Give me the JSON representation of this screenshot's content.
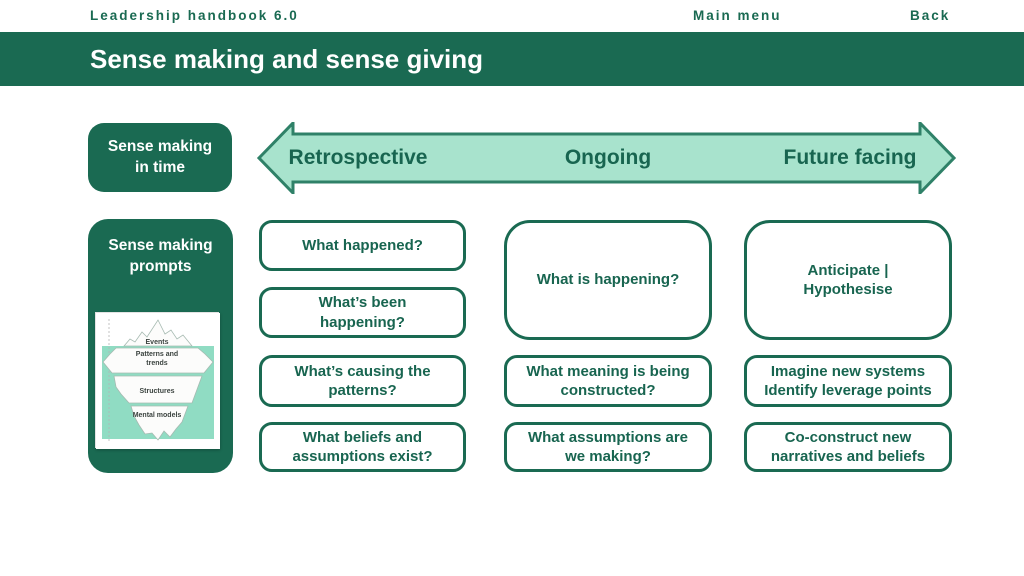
{
  "colors": {
    "dark_green": "#1A6A52",
    "text_green": "#186550",
    "arrow_fill_mint": "#A8E3CD",
    "arrow_border": "#2F8168",
    "iceberg_water": "#90DCC3"
  },
  "topbar": {
    "title": "Leadership handbook 6.0",
    "main_menu": "Main menu",
    "back": "Back"
  },
  "header": {
    "title": "Sense making and sense giving"
  },
  "sidebar": {
    "time_label": "Sense making\nin time",
    "prompts_label": "Sense making\nprompts",
    "iceberg": {
      "labels": [
        "Events",
        "Patterns and\ntrends",
        "Structures",
        "Mental models"
      ]
    }
  },
  "timeline": {
    "labels": [
      "Retrospective",
      "Ongoing",
      "Future facing"
    ]
  },
  "prompts": {
    "retrospective": [
      "What happened?",
      "What’s been\nhappening?",
      "What’s causing the\npatterns?",
      "What beliefs and\nassumptions exist?"
    ],
    "ongoing": [
      "What is happening?",
      "What meaning is being\nconstructed?",
      "What assumptions are\nwe making?"
    ],
    "future": [
      "Anticipate |\nHypothesise",
      "Imagine new systems\nIdentify leverage points",
      "Co-construct new\nnarratives and beliefs"
    ]
  }
}
